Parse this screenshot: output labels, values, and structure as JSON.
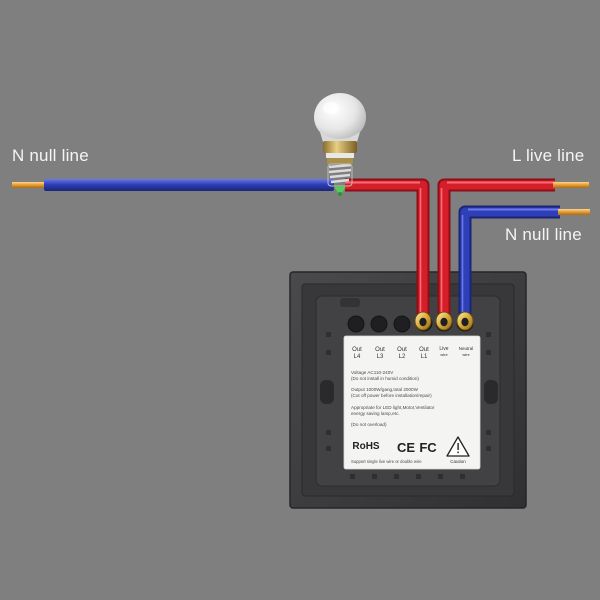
{
  "labels": {
    "n_null_left": "N null line",
    "l_live": "L live line",
    "n_null_right": "N null line"
  },
  "terminals": [
    {
      "line1": "Out",
      "line2": "L4"
    },
    {
      "line1": "Out",
      "line2": "L3"
    },
    {
      "line1": "Out",
      "line2": "L2"
    },
    {
      "line1": "Out",
      "line2": "L1"
    },
    {
      "line1": "Live",
      "line2": "wire"
    },
    {
      "line1": "Neutral",
      "line2": "wire"
    }
  ],
  "spec_label": {
    "lines": [
      "Voltage AC110-240V",
      "(Do not install in humid condition)",
      "Output 1000W/gang,total 2000W",
      "(Cut off power before installation/repair)",
      "Appropriate for LED light,Motor,Ventilator",
      "energy saving lamp,etc.",
      "(Do not overload)",
      "Support single live wire or double wire"
    ],
    "marks": [
      "RoHS",
      "CE",
      "FC"
    ],
    "caution": "Caution"
  },
  "colors": {
    "background": "#7f7f7f",
    "live_wire": "#d0202a",
    "neutral_wire": "#2f3fb8",
    "wire_tip": "#e7a23a",
    "panel": "#3e3e40",
    "label_text": "#f4f4f4"
  },
  "icons": {
    "bulb": "light-bulb-icon",
    "warning": "warning-triangle-icon"
  }
}
